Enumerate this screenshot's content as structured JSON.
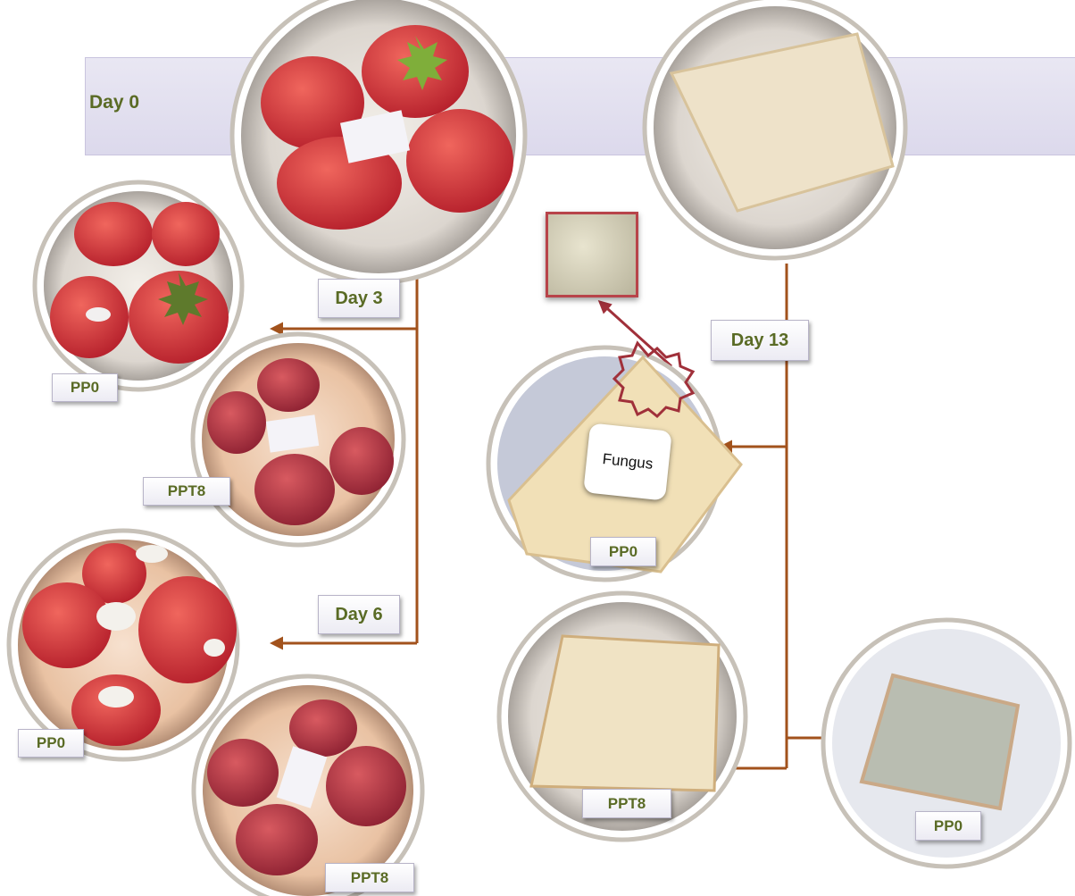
{
  "labels": {
    "day0": "Day 0",
    "day3": "Day 3",
    "day6": "Day 6",
    "day13": "Day 13",
    "fungus": "Fungus"
  },
  "tags": {
    "day3_pp0": "PP0",
    "day3_ppt8": "PPT8",
    "day6_pp0": "PP0",
    "day6_ppt8": "PPT8",
    "bread_pp0_top": "PP0",
    "bread_ppt8": "PPT8",
    "bread_pp0_right": "PP0"
  },
  "colors": {
    "arrow": "#a2521c",
    "label_text": "#5a6b25",
    "fungus_outline": "#a0303a",
    "strawberry": "#c9303a",
    "bread": "#efe3c6",
    "moldy_bread": "#b8bcae"
  }
}
